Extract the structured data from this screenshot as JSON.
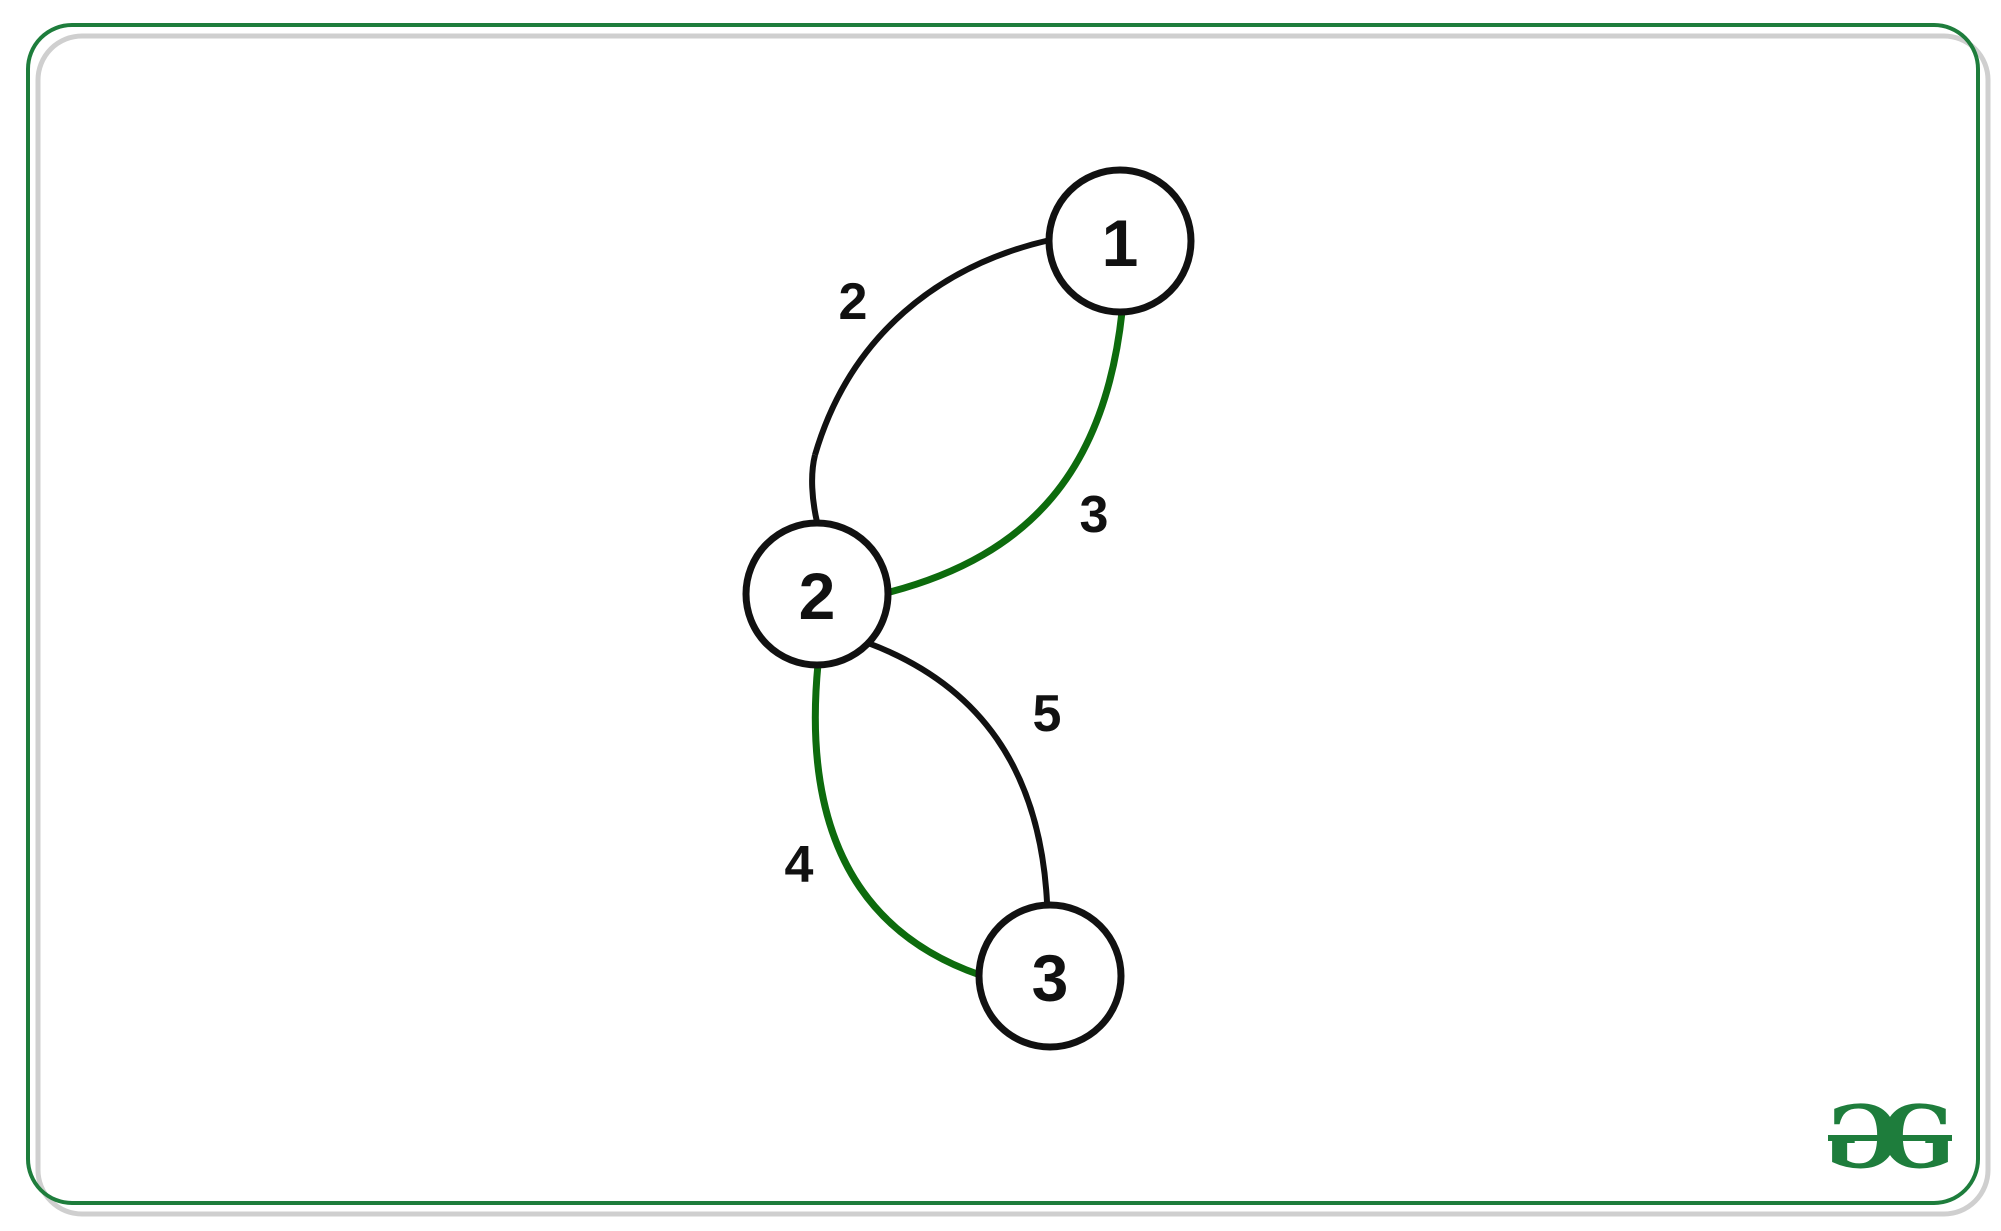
{
  "colors": {
    "frame": "#1e7d3c",
    "frame_shadow": "#cfcfcf",
    "edge_default": "#111111",
    "edge_highlight": "#0d6b0d",
    "node_stroke": "#111111",
    "node_fill": "#ffffff",
    "logo": "#1e7d3c"
  },
  "graph": {
    "nodes": [
      {
        "id": "1",
        "label": "1"
      },
      {
        "id": "2",
        "label": "2"
      },
      {
        "id": "3",
        "label": "3"
      }
    ],
    "edges": [
      {
        "from": "1",
        "to": "2",
        "weight": "2",
        "highlighted": false
      },
      {
        "from": "1",
        "to": "2",
        "weight": "3",
        "highlighted": true
      },
      {
        "from": "2",
        "to": "3",
        "weight": "5",
        "highlighted": false
      },
      {
        "from": "2",
        "to": "3",
        "weight": "4",
        "highlighted": true
      }
    ]
  },
  "logo": {
    "icon": "gfg-logo-icon"
  }
}
